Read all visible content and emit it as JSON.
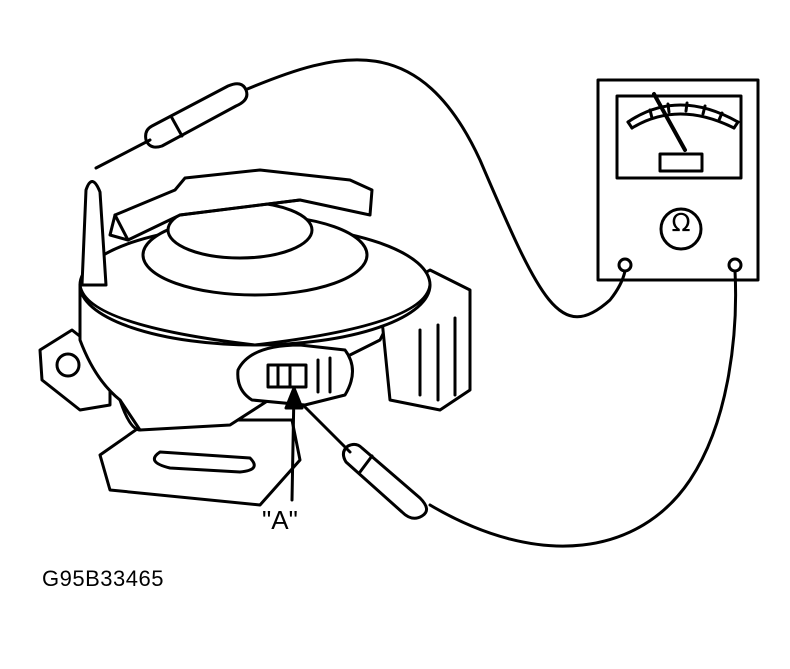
{
  "diagram": {
    "callout_label": "\"A\"",
    "figure_id": "G95B33465",
    "meter_symbol": "Ω",
    "colors": {
      "ink": "#000000",
      "paper": "#ffffff"
    },
    "components": [
      "distributor-sensor",
      "connector-a",
      "ohmmeter",
      "test-leads"
    ]
  }
}
